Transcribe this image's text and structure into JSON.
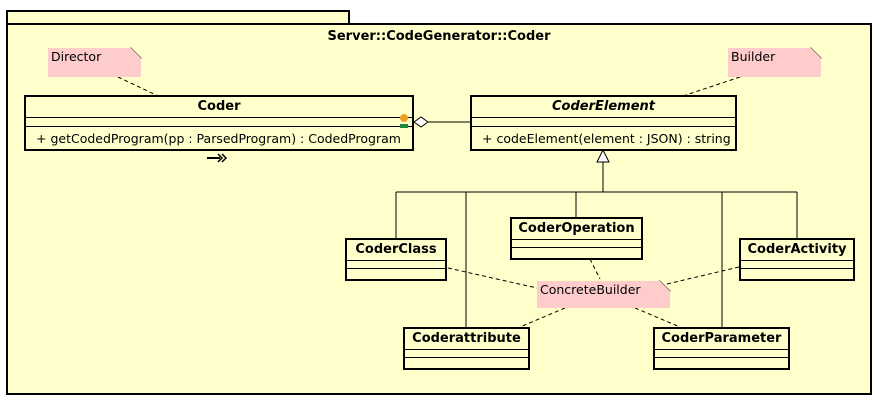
{
  "package": {
    "title": "Server::CodeGenerator::Coder"
  },
  "notes": {
    "director": "Director",
    "builder": "Builder",
    "concrete_builder": "ConcreteBuilder"
  },
  "classes": {
    "coder": {
      "name": "Coder",
      "operation": "+ getCodedProgram(pp : ParsedProgram) : CodedProgram"
    },
    "coder_element": {
      "name": "CoderElement",
      "abstract": true,
      "operation": "+ codeElement(element : JSON) : string"
    },
    "coder_class": {
      "name": "CoderClass"
    },
    "coder_operation": {
      "name": "CoderOperation"
    },
    "coder_activity": {
      "name": "CoderActivity"
    },
    "coder_attribute": {
      "name": "Coderattribute"
    },
    "coder_parameter": {
      "name": "CoderParameter"
    }
  }
}
